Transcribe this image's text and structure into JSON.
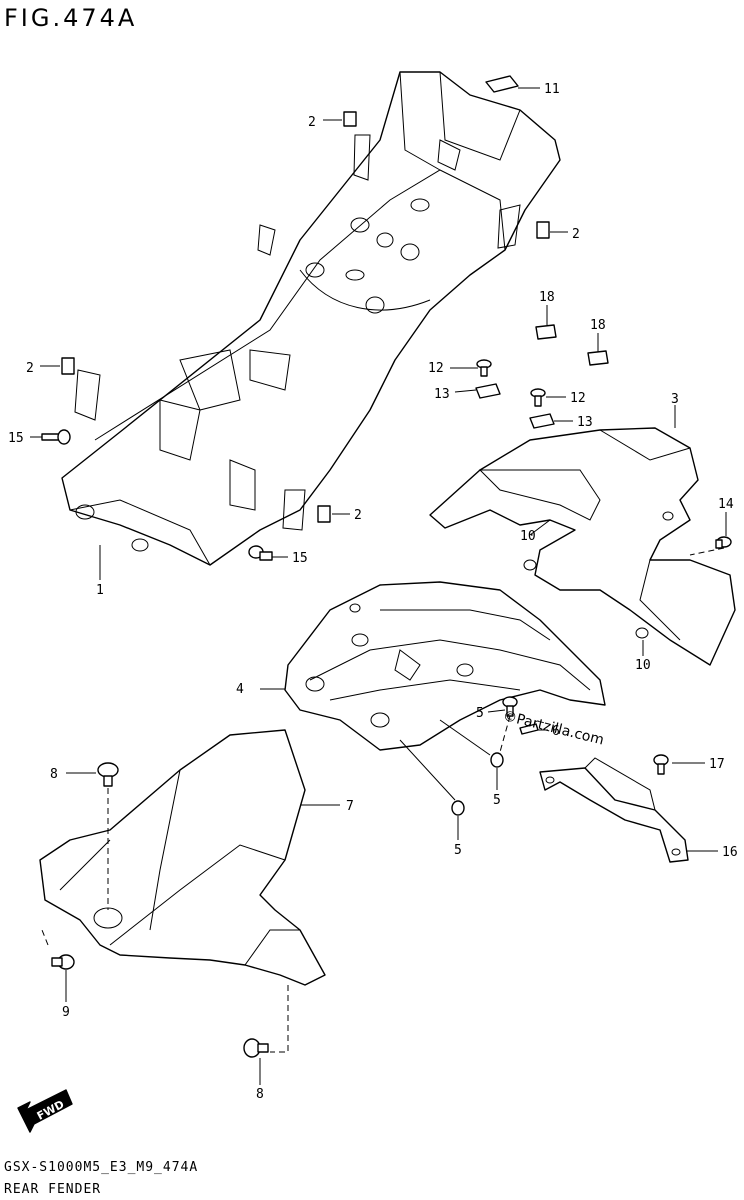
{
  "figure": {
    "title": "FIG.474A",
    "code": "GSX-S1000M5_E3_M9_474A",
    "name": "REAR FENDER",
    "watermark": "©Partzilla.com"
  },
  "callouts": [
    {
      "id": "c1",
      "label": "1"
    },
    {
      "id": "c2a",
      "label": "2"
    },
    {
      "id": "c2b",
      "label": "2"
    },
    {
      "id": "c2c",
      "label": "2"
    },
    {
      "id": "c2d",
      "label": "2"
    },
    {
      "id": "c3",
      "label": "3"
    },
    {
      "id": "c4",
      "label": "4"
    },
    {
      "id": "c5a",
      "label": "5"
    },
    {
      "id": "c5b",
      "label": "5"
    },
    {
      "id": "c5c",
      "label": "5"
    },
    {
      "id": "c6",
      "label": "6"
    },
    {
      "id": "c7",
      "label": "7"
    },
    {
      "id": "c8a",
      "label": "8"
    },
    {
      "id": "c8b",
      "label": "8"
    },
    {
      "id": "c9",
      "label": "9"
    },
    {
      "id": "c10a",
      "label": "10"
    },
    {
      "id": "c10b",
      "label": "10"
    },
    {
      "id": "c11",
      "label": "11"
    },
    {
      "id": "c12a",
      "label": "12"
    },
    {
      "id": "c12b",
      "label": "12"
    },
    {
      "id": "c13a",
      "label": "13"
    },
    {
      "id": "c13b",
      "label": "13"
    },
    {
      "id": "c14",
      "label": "14"
    },
    {
      "id": "c15a",
      "label": "15"
    },
    {
      "id": "c15b",
      "label": "15"
    },
    {
      "id": "c16",
      "label": "16"
    },
    {
      "id": "c17",
      "label": "17"
    },
    {
      "id": "c18a",
      "label": "18"
    },
    {
      "id": "c18b",
      "label": "18"
    }
  ],
  "icons": {
    "fwd": "FWD",
    "fwd_icon": "fwd-arrow-icon"
  }
}
